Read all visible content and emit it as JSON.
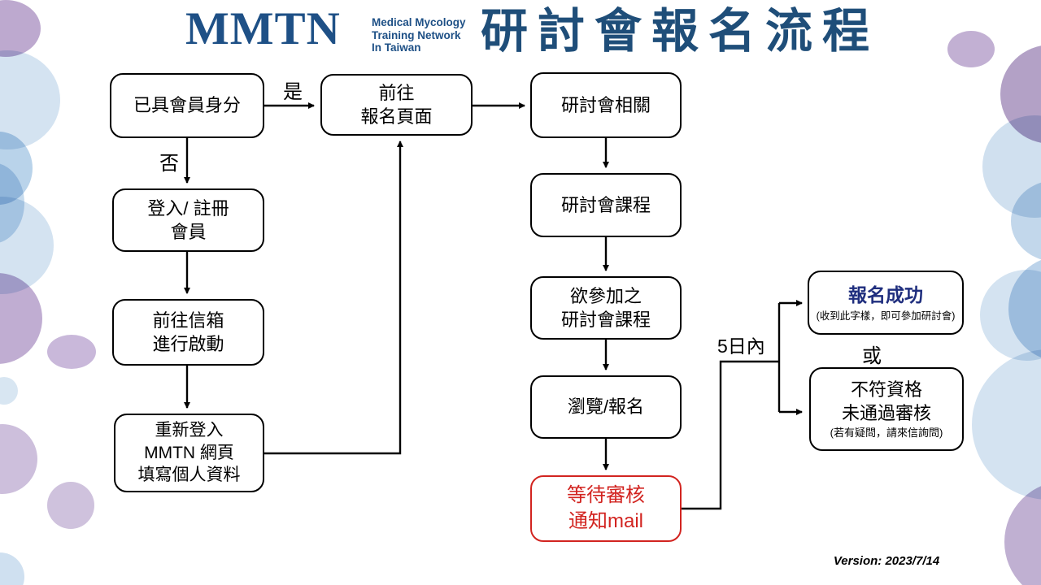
{
  "header": {
    "logo": {
      "text": "MMTN",
      "tagline_line1": "Medical Mycology",
      "tagline_line2": "Training Network",
      "tagline_line3": "In Taiwan"
    },
    "title": "研討會報名流程"
  },
  "flow": {
    "member_check": {
      "lines": [
        "已具會員身分"
      ]
    },
    "goto_page": {
      "lines": [
        "前往",
        "報名頁面"
      ]
    },
    "login_register": {
      "lines": [
        "登入/ 註冊",
        "會員"
      ]
    },
    "activate_mailbox": {
      "lines": [
        "前往信箱",
        "進行啟動"
      ]
    },
    "relogin": {
      "lines": [
        "重新登入",
        "MMTN 網頁",
        "填寫個人資料"
      ]
    },
    "seminar_related": {
      "lines": [
        "研討會相關"
      ]
    },
    "seminar_courses": {
      "lines": [
        "研討會課程"
      ]
    },
    "desired_courses": {
      "lines": [
        "欲參加之",
        "研討會課程"
      ]
    },
    "browse_register": {
      "lines": [
        "瀏覽/報名"
      ]
    },
    "wait_review": {
      "lines": [
        "等待審核",
        "通知mail"
      ]
    },
    "success": {
      "title": "報名成功",
      "note": "(收到此字樣，即可參加研討會)"
    },
    "rejected": {
      "lines": [
        "不符資格",
        "未通過審核"
      ],
      "note": "(若有疑問，請來信詢問)"
    }
  },
  "labels": {
    "yes": "是",
    "no": "否",
    "within_days": "5日內",
    "or": "或"
  },
  "footer": {
    "version": "Version: 2023/7/14"
  },
  "colors": {
    "brand_blue": "#1e5086",
    "title_blue": "#1f4e79",
    "navy": "#1f2e7e",
    "red": "#d22420",
    "line_black": "#000000"
  }
}
